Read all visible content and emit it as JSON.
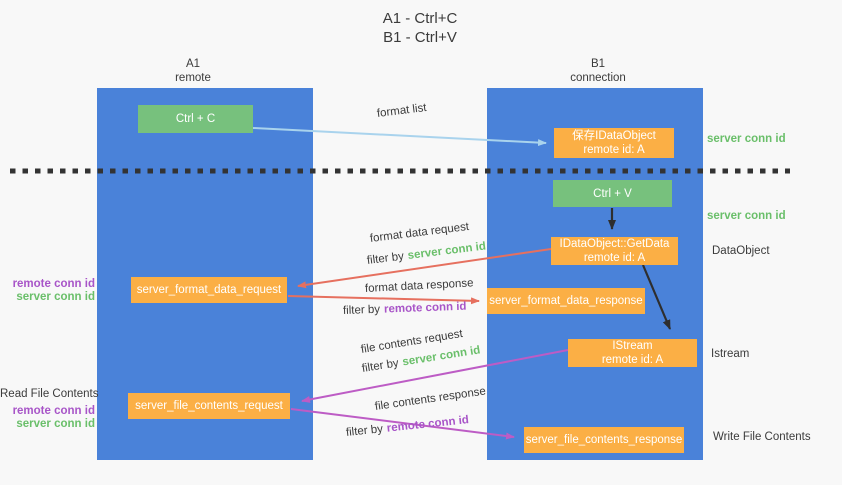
{
  "title": {
    "line1": "A1 - Ctrl+C",
    "line2": "B1 - Ctrl+V"
  },
  "lanes": {
    "left": {
      "name": "A1",
      "subtitle": "remote"
    },
    "right": {
      "name": "B1",
      "subtitle": "connection"
    }
  },
  "nodes": {
    "ctrl_c": {
      "label": "Ctrl + C"
    },
    "save_dataobject": {
      "line1": "保存IDataObject",
      "line2": "remote id: A"
    },
    "ctrl_v": {
      "label": "Ctrl + V"
    },
    "getdata": {
      "line1": "IDataObject::GetData",
      "line2": "remote id: A"
    },
    "format_request": {
      "label": "server_format_data_request"
    },
    "format_response": {
      "label": "server_format_data_response"
    },
    "istream": {
      "line1": "IStream",
      "line2": "remote id: A"
    },
    "file_request": {
      "label": "server_file_contents_request"
    },
    "file_response": {
      "label": "server_file_contents_response"
    }
  },
  "arrow_labels": {
    "format_list": "format list",
    "format_data_request": "format data request",
    "format_data_response": "format data response",
    "file_contents_request": "file contents request",
    "file_contents_response": "file contents response",
    "filter_by": "filter by"
  },
  "side_labels": {
    "server_conn_id": "server conn id",
    "remote_conn_id": "remote conn id",
    "dataobject": "DataObject",
    "istream": "Istream",
    "read_file_contents": "Read File Contents",
    "write_file_contents": "Write File Contents"
  },
  "colors": {
    "lane_blue": "#4a82d9",
    "node_green": "#77c17d",
    "node_orange": "#fbaf45",
    "arrow_light_blue": "#a9d3ed",
    "arrow_red": "#e6705f",
    "arrow_magenta": "#bd5cc5",
    "arrow_black": "#2e2e2e",
    "text_green": "#6abf6a",
    "text_purple": "#a855c8",
    "text_dark": "#3b3b3b",
    "background": "#f8f8f8",
    "dotted_line": "#333333"
  }
}
